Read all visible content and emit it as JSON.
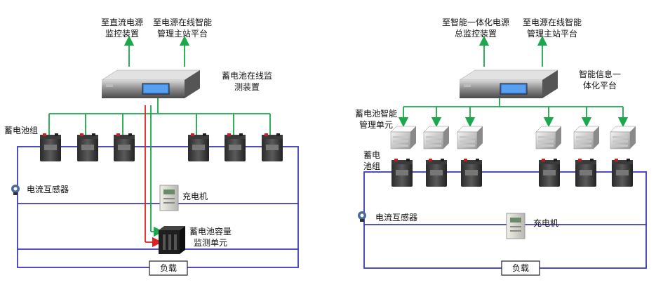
{
  "left": {
    "up_label_1": [
      "至直流电源",
      "监控装置"
    ],
    "up_label_2": [
      "至电源在线智能",
      "管理主站平台"
    ],
    "device_label": [
      "蓄电池在线监",
      "测装置"
    ],
    "battery_label": "蓄电池组",
    "ct_label": "电流互感器",
    "charger_label": "充电机",
    "capacity_label": [
      "蓄电池容量",
      "监测单元"
    ],
    "load_label": "负载",
    "caption": ""
  },
  "right": {
    "up_label_1": [
      "至智能一体化电源",
      "总监控装置"
    ],
    "up_label_2": [
      "至电源在线智能",
      "管理主站平台"
    ],
    "device_label": [
      "智能信息一",
      "体化平台"
    ],
    "manager_label": [
      "蓄电池智能",
      "管理单元"
    ],
    "battery_label": [
      "蓄电",
      "池组"
    ],
    "ct_label": "电流互感器",
    "charger_label": "充电机",
    "load_label": "负载",
    "caption": ""
  },
  "colors": {
    "bus": "#3a3ab8",
    "signal": "#1aa84a",
    "sense": "#e02020",
    "device": "#5a5a5a"
  },
  "icons": [
    "rack-device-icon",
    "battery-icon",
    "current-transformer-icon",
    "charger-icon",
    "capacity-monitor-icon",
    "battery-manager-icon"
  ]
}
